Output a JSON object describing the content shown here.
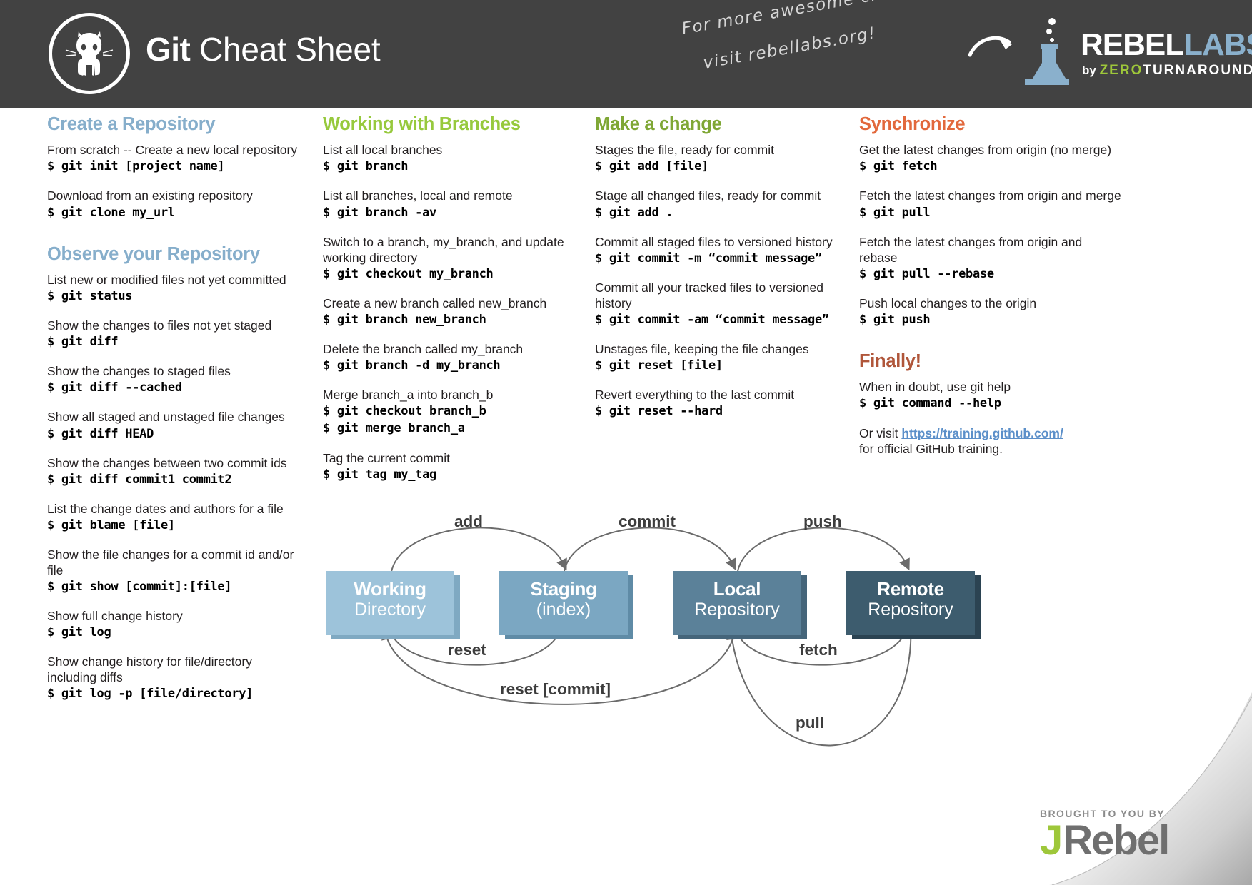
{
  "header": {
    "title_bold": "Git",
    "title_light": " Cheat Sheet",
    "promo_line1": "For more awesome cheat sheets",
    "promo_line2": "visit rebellabs.org!",
    "logo": {
      "rebel": "REBEL",
      "labs": "LABS",
      "by": "by ",
      "zero": "ZERO",
      "turnaround": "TURNAROUND"
    }
  },
  "columns": [
    {
      "sections": [
        {
          "heading": "Create a Repository",
          "color": "#86aecb",
          "items": [
            {
              "desc": "From scratch -- Create a new local repository",
              "cmds": [
                "$ git init [project name]"
              ]
            },
            {
              "desc": "Download from an existing repository",
              "cmds": [
                "$ git clone my_url"
              ]
            }
          ]
        },
        {
          "heading": "Observe your Repository",
          "color": "#86aecb",
          "items": [
            {
              "desc": "List new or modified files not yet committed",
              "cmds": [
                "$ git status"
              ]
            },
            {
              "desc": "Show the changes to files not yet staged",
              "cmds": [
                "$ git diff"
              ]
            },
            {
              "desc": "Show the changes to staged files",
              "cmds": [
                "$ git diff --cached"
              ]
            },
            {
              "desc": "Show all staged and unstaged file changes",
              "cmds": [
                "$ git diff HEAD"
              ]
            },
            {
              "desc": "Show the changes between two commit ids",
              "cmds": [
                "$ git diff commit1 commit2"
              ]
            },
            {
              "desc": "List the change dates and authors for a file",
              "cmds": [
                "$ git blame [file]"
              ]
            },
            {
              "desc": "Show the file changes for a commit id and/or file",
              "cmds": [
                "$ git show [commit]:[file]"
              ]
            },
            {
              "desc": "Show full change history",
              "cmds": [
                "$ git log"
              ]
            },
            {
              "desc": "Show change history for file/directory including diffs",
              "cmds": [
                "$ git log -p [file/directory]"
              ]
            }
          ]
        }
      ]
    },
    {
      "sections": [
        {
          "heading": "Working with Branches",
          "color": "#97c93d",
          "items": [
            {
              "desc": "List all local branches",
              "cmds": [
                "$ git branch"
              ]
            },
            {
              "desc": "List all branches, local and remote",
              "cmds": [
                "$ git branch -av"
              ]
            },
            {
              "desc": "Switch to a branch, my_branch, and update working directory",
              "cmds": [
                "$ git checkout my_branch"
              ]
            },
            {
              "desc": "Create a new branch called new_branch",
              "cmds": [
                "$ git branch new_branch"
              ]
            },
            {
              "desc": "Delete the branch called my_branch",
              "cmds": [
                "$ git branch -d my_branch"
              ]
            },
            {
              "desc": "Merge branch_a into branch_b",
              "cmds": [
                "$ git checkout branch_b",
                "$ git merge branch_a"
              ]
            },
            {
              "desc": "Tag the current commit",
              "cmds": [
                "$ git tag my_tag"
              ]
            }
          ]
        }
      ]
    },
    {
      "sections": [
        {
          "heading": "Make a change",
          "color": "#7fa735",
          "items": [
            {
              "desc": "Stages the file, ready for commit",
              "cmds": [
                "$ git add [file]"
              ]
            },
            {
              "desc": "Stage all changed files, ready for commit",
              "cmds": [
                "$ git add ."
              ]
            },
            {
              "desc": "Commit all staged files to versioned history",
              "cmds": [
                "$ git commit -m “commit message”"
              ]
            },
            {
              "desc": "Commit all your tracked files to versioned history",
              "cmds": [
                "$ git commit -am “commit message”"
              ]
            },
            {
              "desc": "Unstages file, keeping the file changes",
              "cmds": [
                "$ git reset [file]"
              ]
            },
            {
              "desc": "Revert everything to the last commit",
              "cmds": [
                "$ git reset --hard"
              ]
            }
          ]
        }
      ]
    },
    {
      "sections": [
        {
          "heading": "Synchronize",
          "color": "#e2683c",
          "items": [
            {
              "desc": "Get the latest changes from origin (no merge)",
              "cmds": [
                "$ git fetch"
              ]
            },
            {
              "desc": "Fetch the latest changes from origin and merge",
              "cmds": [
                "$ git pull"
              ]
            },
            {
              "desc": "Fetch the latest changes from origin and rebase",
              "cmds": [
                "$ git pull --rebase"
              ]
            },
            {
              "desc": "Push local changes to the origin",
              "cmds": [
                "$ git push"
              ]
            }
          ]
        },
        {
          "heading": "Finally!",
          "color": "#b0563a",
          "items": [
            {
              "desc": "When in doubt, use git help",
              "cmds": [
                "$ git command --help"
              ]
            }
          ]
        }
      ],
      "footer": {
        "prefix": "Or visit ",
        "link": "https://training.github.com/",
        "suffix": "for official GitHub training."
      }
    }
  ],
  "diagram": {
    "boxes": [
      {
        "line1": "Working",
        "line2": "Directory",
        "color": "#9dc3da",
        "shadow": "#7fa9c2"
      },
      {
        "line1": "Staging",
        "line2": "(index)",
        "color": "#7ba7c2",
        "shadow": "#5f8ba6"
      },
      {
        "line1": "Local",
        "line2": "Repository",
        "color": "#5b8199",
        "shadow": "#45657a"
      },
      {
        "line1": "Remote",
        "line2": "Repository",
        "color": "#3d5c6e",
        "shadow": "#2b4352"
      }
    ],
    "flows": [
      {
        "label": "add"
      },
      {
        "label": "commit"
      },
      {
        "label": "push"
      },
      {
        "label": "reset"
      },
      {
        "label": "fetch"
      },
      {
        "label": "reset [commit]"
      },
      {
        "label": "pull"
      }
    ]
  },
  "brand_footer": {
    "kicker": "BROUGHT TO YOU BY",
    "j": "J",
    "rebel": "Rebel"
  }
}
